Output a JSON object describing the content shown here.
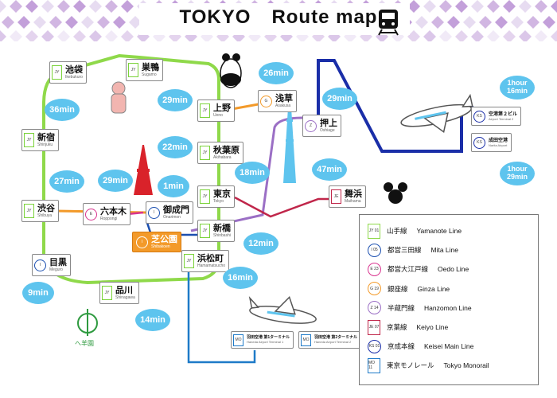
{
  "title": {
    "part1": "TOKYO",
    "part2": "Route map"
  },
  "icons": {
    "title_icon": "train-icon",
    "panda": "panda-icon",
    "jizo": "jizo-statue-icon",
    "tower": "tokyo-tower-icon",
    "skytree": "skytree-icon",
    "mouse": "mouse-ears-icon",
    "airplane": "airplane-icon",
    "park_logo": "park-logo-icon"
  },
  "park_logo_text": "へ羊園",
  "colors": {
    "yamanote": "#8fd94a",
    "mita": "#1b4fb0",
    "oedo": "#d9348f",
    "ginza": "#f39a2a",
    "hanzomon": "#9b6fc5",
    "keiyo": "#c0264a",
    "keisei": "#1a2ea8",
    "monorail": "#1e7ac8",
    "bubble": "#5ec4ee"
  },
  "stations": {
    "ikebukuro": {
      "jp": "池袋",
      "en": "Ikebukuro"
    },
    "sugamo": {
      "jp": "巣鴨",
      "en": "Sugamo"
    },
    "ueno": {
      "jp": "上野",
      "en": "Ueno"
    },
    "asakusa": {
      "jp": "浅草",
      "en": "Asakusa"
    },
    "oshiage": {
      "jp": "押上",
      "en": "Oshiage"
    },
    "shinjuku": {
      "jp": "新宿",
      "en": "Shinjuku"
    },
    "akihabara": {
      "jp": "秋葉原",
      "en": "Akihabara"
    },
    "tokyo": {
      "jp": "東京",
      "en": "Tokyo"
    },
    "maihama": {
      "jp": "舞浜",
      "en": "Maihama"
    },
    "shibuya": {
      "jp": "渋谷",
      "en": "Shibuya"
    },
    "roppongi": {
      "jp": "六本木",
      "en": "Roppongi"
    },
    "onarimon": {
      "jp": "御成門",
      "en": "Onarimon"
    },
    "shinbashi": {
      "jp": "新橋",
      "en": "Shinbashi"
    },
    "shibakoen": {
      "jp": "芝公園",
      "en": "Shibakoen"
    },
    "hamamatsucho": {
      "jp": "浜松町",
      "en": "Hamamatsucho"
    },
    "meguro": {
      "jp": "目黒",
      "en": "Meguro"
    },
    "shinagawa": {
      "jp": "品川",
      "en": "Shinagawa"
    },
    "haneda1": {
      "jp": "羽田空港 第1ターミナル",
      "en": "Haneda Airport Terminal 1"
    },
    "haneda2": {
      "jp": "羽田空港 第2ターミナル",
      "en": "Haneda Airport Terminal 2"
    },
    "narita_t1": {
      "jp": "空港第２ビル",
      "en": "Airport Terminal 2"
    },
    "narita": {
      "jp": "成田空港",
      "en": "Narita Airport"
    }
  },
  "times": {
    "t26": "26min",
    "t29_ueno": "29min",
    "t36": "36min",
    "t22": "22min",
    "t29_oshiage": "29min",
    "t18": "18min",
    "t47": "47min",
    "t27": "27min",
    "t29_roppongi": "29min",
    "t1": "1min",
    "t12": "12min",
    "t9": "9min",
    "t14": "14min",
    "t16": "16min",
    "t116": "1hour\n16min",
    "t129": "1hour\n29min"
  },
  "legend": [
    {
      "code": "JY 01",
      "jp": "山手線",
      "en": "Yamanote Line",
      "color": "#8fd94a",
      "shape": "square"
    },
    {
      "code": "I 05",
      "jp": "都営三田線",
      "en": "Mita Line",
      "color": "#1b4fb0",
      "shape": "circle"
    },
    {
      "code": "E 23",
      "jp": "都営大江戸線",
      "en": "Oedo Line",
      "color": "#d9348f",
      "shape": "circle"
    },
    {
      "code": "G 19",
      "jp": "銀座線",
      "en": "Ginza Line",
      "color": "#f39a2a",
      "shape": "circle"
    },
    {
      "code": "Z 14",
      "jp": "半蔵門線",
      "en": "Hanzomon Line",
      "color": "#9b6fc5",
      "shape": "circle"
    },
    {
      "code": "JE 07",
      "jp": "京葉線",
      "en": "Keiyo Line",
      "color": "#c0264a",
      "shape": "square"
    },
    {
      "code": "KS 01",
      "jp": "京成本線",
      "en": "Keisei Main Line",
      "color": "#1a2ea8",
      "shape": "circle"
    },
    {
      "code": "MO 11",
      "jp": "東京モノレール",
      "en": "Tokyo Monorail",
      "color": "#1e7ac8",
      "shape": "square"
    }
  ]
}
